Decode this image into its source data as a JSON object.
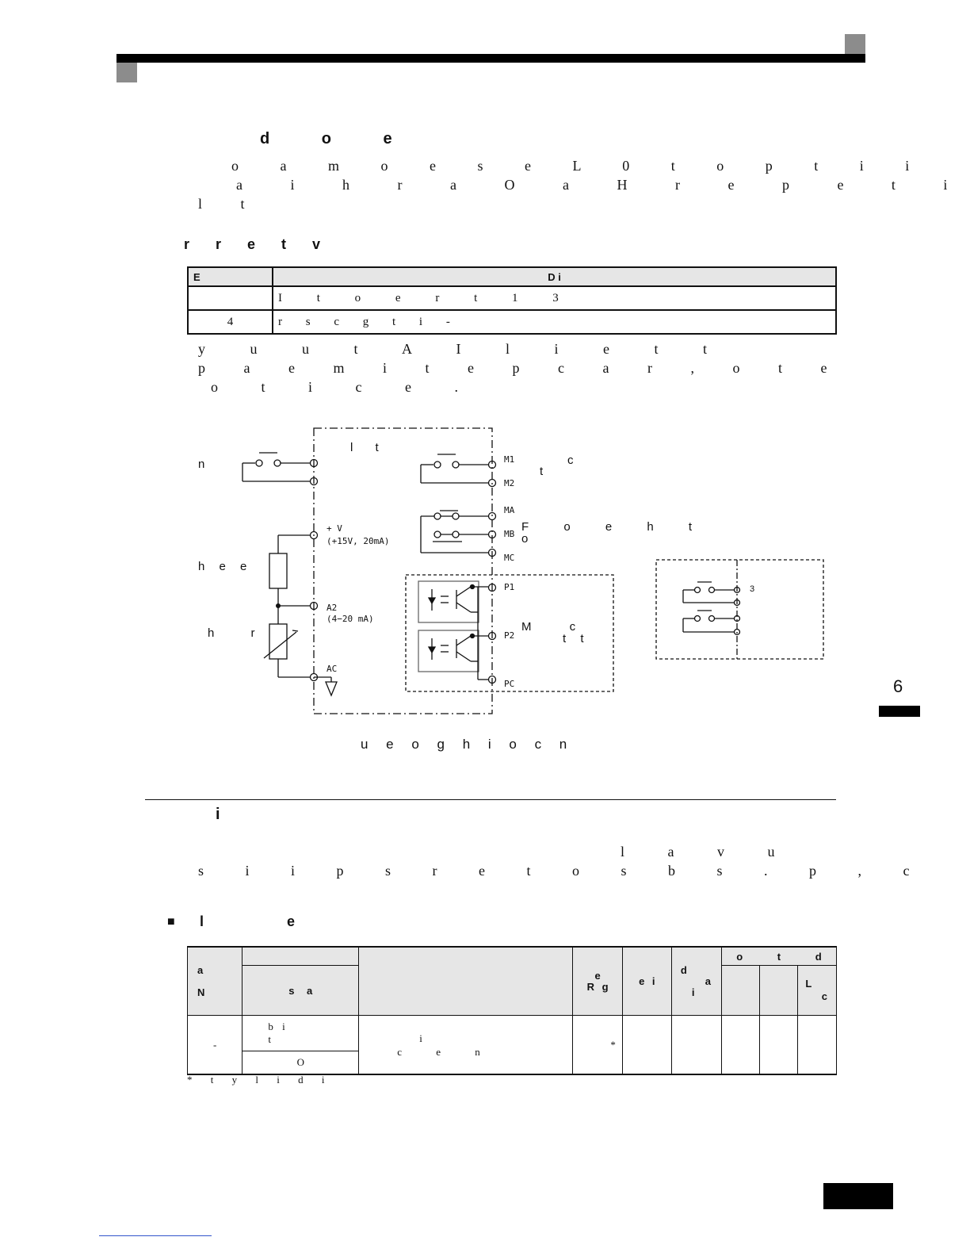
{
  "header": {
    "chapter_tab": "6"
  },
  "section1": {
    "title": "d o e",
    "para": [
      "o a m o e s e L 0 t o p t i i",
      "a i h r a O a H r e p e t i",
      "l t"
    ],
    "table_title": "r r e t v",
    "table": {
      "headers": [
        "E",
        "D i"
      ],
      "rows": [
        [
          "",
          "I t o e r t 1 3"
        ],
        [
          "4",
          "r s c g t i -"
        ]
      ]
    },
    "para2": [
      "y u u t A I l i e t t",
      "p a e m i t e p c a r , o t e",
      "o t i c e ."
    ]
  },
  "diagram": {
    "box_label": "l t",
    "left_labels": [
      "n",
      "h e e",
      "h r"
    ],
    "terminals": {
      "v": "+ V",
      "v_spec": "(+15V, 20mA)",
      "a2": "A2",
      "a2_spec": "(4−20 mA)",
      "ac": "AC",
      "m1": "M1",
      "m2": "M2",
      "ma": "MA",
      "mb": "MB",
      "mc": "MC",
      "p1": "P1",
      "p2": "P2",
      "pc": "PC"
    },
    "right_labels": {
      "mcontact": "c",
      "mcontact2": "t",
      "fault": "F o e h t",
      "fault2": "o",
      "photo": "M c",
      "photo2": "t t",
      "inset_num": "3"
    },
    "caption": "u e o g h i o c n"
  },
  "section2": {
    "title": "i",
    "para": [
      "l a v u",
      "s i i p s r e t o s b s . p , c"
    ],
    "table_title": "l e",
    "table": {
      "h_col0": [
        "a",
        "N"
      ],
      "h_name": "s a",
      "h_range": [
        "e",
        "R g"
      ],
      "h_unit": "e i",
      "h_change": [
        "d",
        "a",
        "i"
      ],
      "h_group": "o t d",
      "h_last": [
        "L",
        "c"
      ],
      "row_num": "-",
      "row_name_top": [
        "b i",
        "t"
      ],
      "row_name_bot": "O",
      "row_desc": [
        "i",
        "c e n"
      ],
      "row_range": "*"
    },
    "footnote": "* t y l i d i"
  }
}
